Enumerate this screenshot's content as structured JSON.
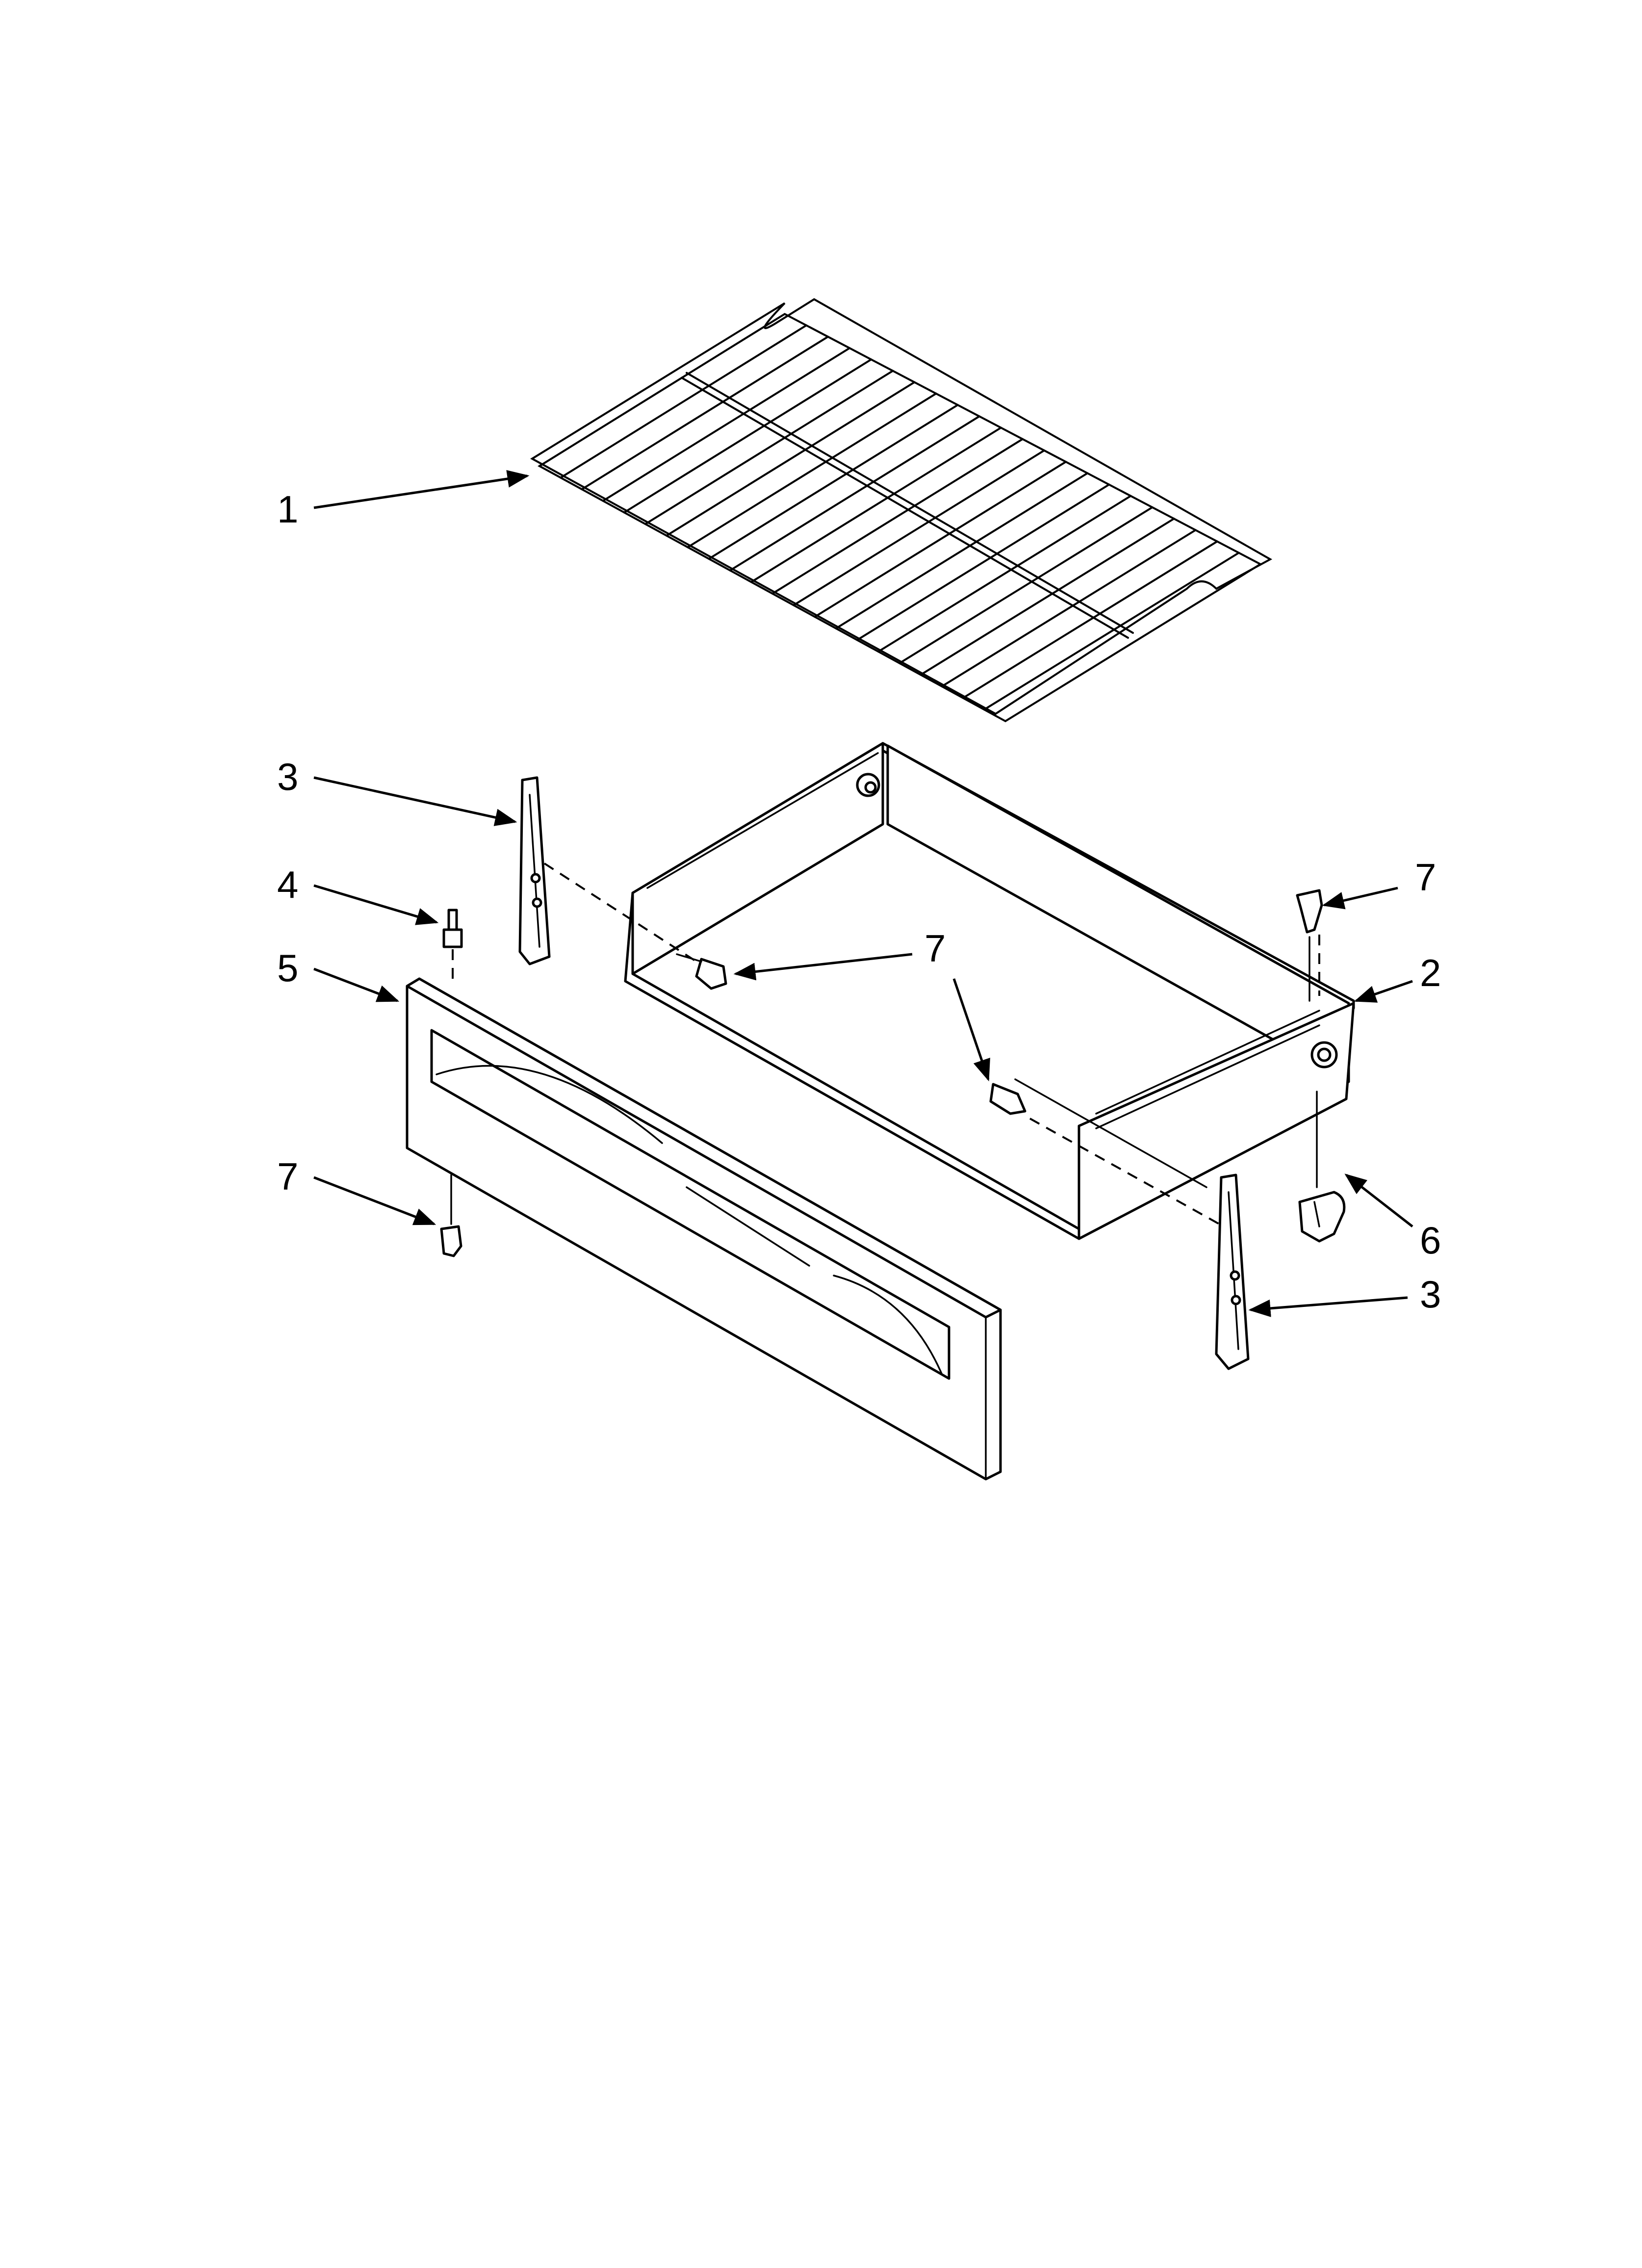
{
  "callouts": [
    {
      "id": "rack",
      "number": "1"
    },
    {
      "id": "drawer-body",
      "number": "2"
    },
    {
      "id": "slide-left",
      "number": "3"
    },
    {
      "id": "slide-right",
      "number": "3"
    },
    {
      "id": "stud",
      "number": "4"
    },
    {
      "id": "drawer-front",
      "number": "5"
    },
    {
      "id": "clip",
      "number": "6"
    },
    {
      "id": "screw-top-right",
      "number": "7"
    },
    {
      "id": "screw-center",
      "number": "7"
    },
    {
      "id": "screw-front",
      "number": "7"
    }
  ]
}
